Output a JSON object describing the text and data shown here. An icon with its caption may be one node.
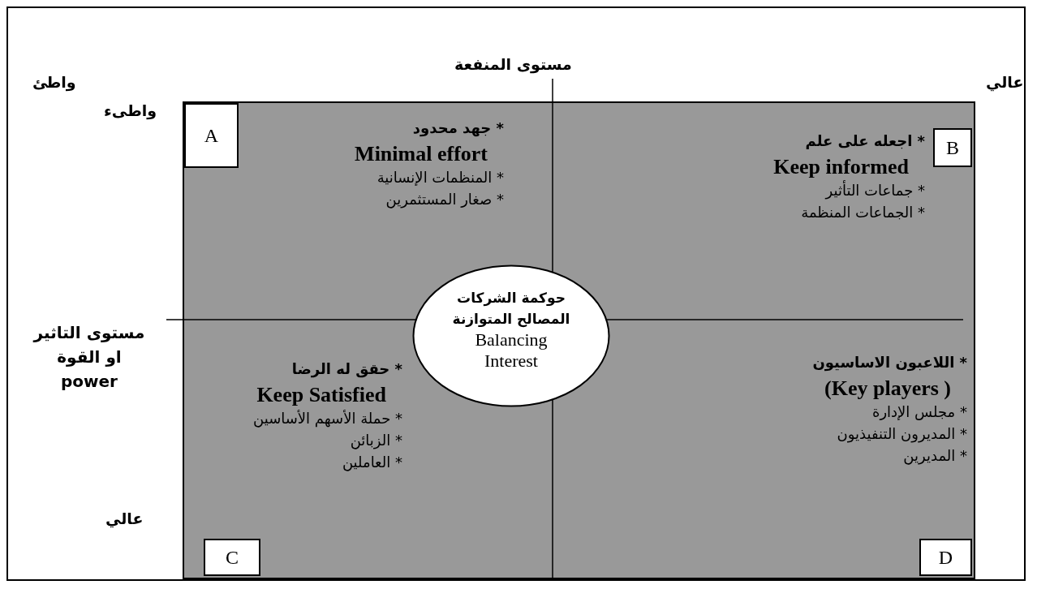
{
  "diagram": {
    "nodes": [
      {
        "text": [
          "* جهد محدود",
          "Minimal effort",
          "* المنظمات الإنسانية",
          "* صغار المستثمرين"
        ]
      },
      {
        "text": [
          "A"
        ],
        "in": 0
      },
      {
        "text": [
          "* اجعله على علم",
          "Keep informed",
          "* جماعات التأثير",
          "* الجماعات المنظمة"
        ]
      },
      {
        "text": [
          "B"
        ],
        "in": 2
      },
      {
        "text": [
          "* حقق له الرضا",
          "Keep Satisfied",
          "* حملة الأسهم الأساسين",
          "* الزبائن",
          "* العاملين"
        ]
      },
      {
        "text": [
          "C"
        ],
        "in": 4
      },
      {
        "text": [
          "* اللاعبون الاساسيون",
          "(Key players )",
          "* مجلس الإدارة",
          "* المديرون التنفيذيون",
          "* المديرين"
        ]
      },
      {
        "text": [
          "D"
        ],
        "in": 6
      },
      {
        "text": [
          "حوكمة الشركات المصالح المتوازنة",
          "Balancing Interest"
        ]
      }
    ],
    "edges": [],
    "labels": [
      "واطئ",
      "مستوى المنفعة",
      "عالي",
      "واطىء",
      "مستوى التاثير او القوة power",
      "عالي"
    ]
  }
}
